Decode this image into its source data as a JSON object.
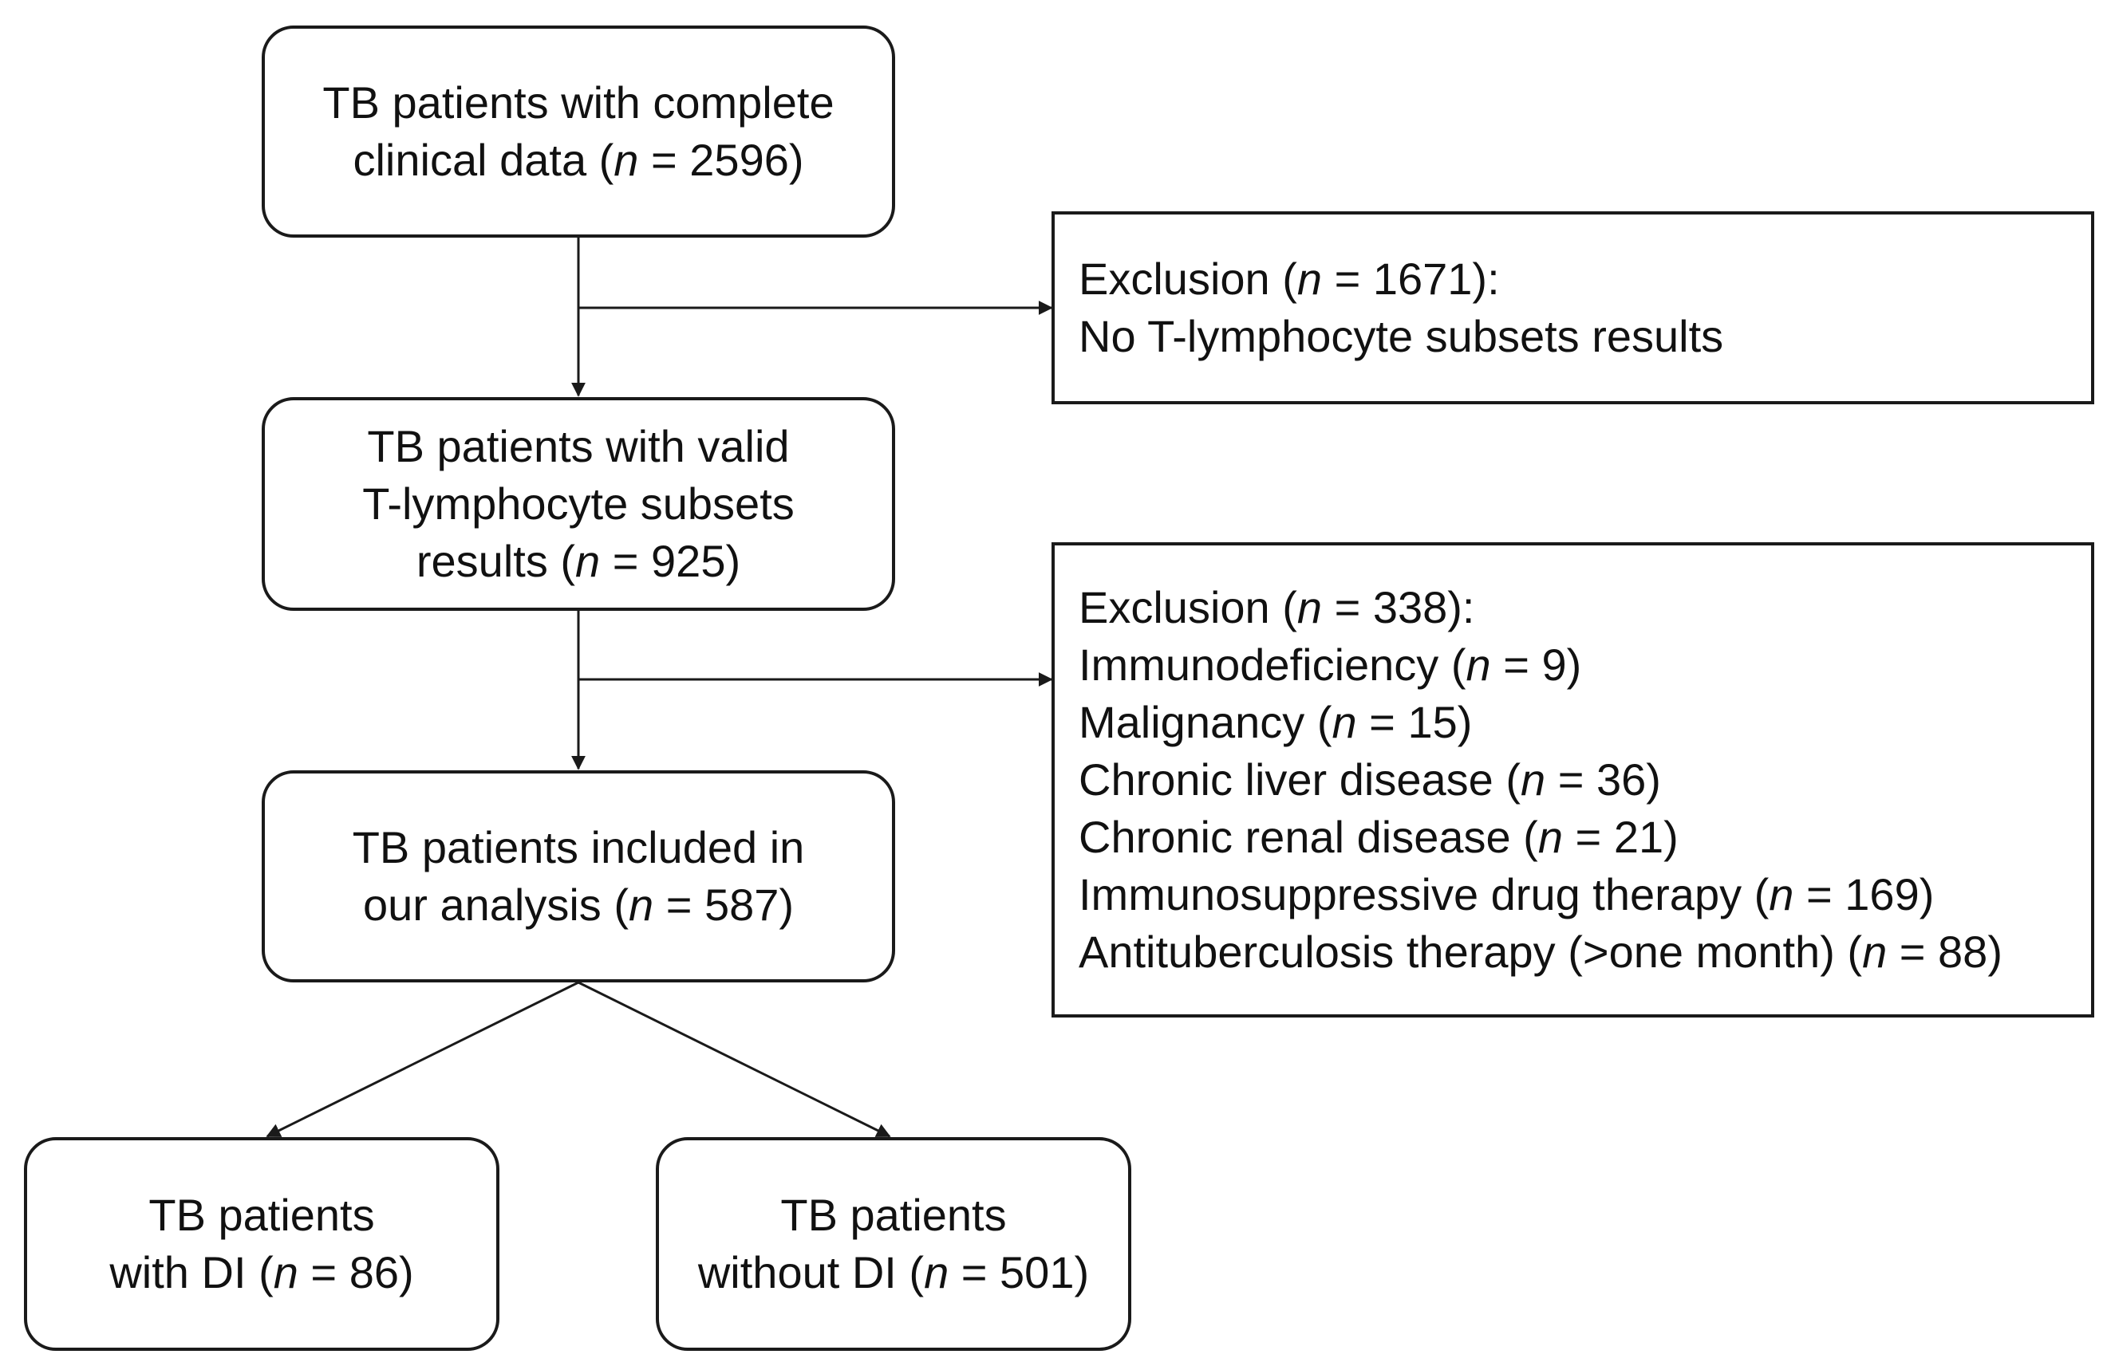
{
  "boxes": {
    "start": [
      "TB patients with complete",
      "clinical data (",
      "n",
      " = 2596)"
    ],
    "valid": [
      "TB patients with valid",
      "T-lymphocyte subsets",
      "results (",
      "n",
      " = 925)"
    ],
    "included": [
      "TB patients included in",
      "our analysis (",
      "n",
      " = 587)"
    ],
    "with_di": [
      "TB patients",
      "with DI (",
      "n",
      " = 86)"
    ],
    "without_di": [
      "TB patients",
      "without DI (",
      "n",
      " = 501)"
    ]
  },
  "exclusion1": {
    "heading": [
      "Exclusion (",
      "n",
      " = 1671):"
    ],
    "reason": "No T-lymphocyte subsets results"
  },
  "exclusion2": {
    "heading": [
      "Exclusion (",
      "n",
      " = 338):"
    ],
    "items": [
      [
        "Immunodeficiency (",
        "n",
        " = 9)"
      ],
      [
        "Malignancy (",
        "n",
        " = 15)"
      ],
      [
        "Chronic liver disease (",
        "n",
        " = 36)"
      ],
      [
        "Chronic renal disease (",
        "n",
        " = 21)"
      ],
      [
        "Immunosuppressive drug therapy (",
        "n",
        " = 169)"
      ],
      [
        "Antituberculosis therapy (>one month) (",
        "n",
        " = 88)"
      ]
    ]
  }
}
